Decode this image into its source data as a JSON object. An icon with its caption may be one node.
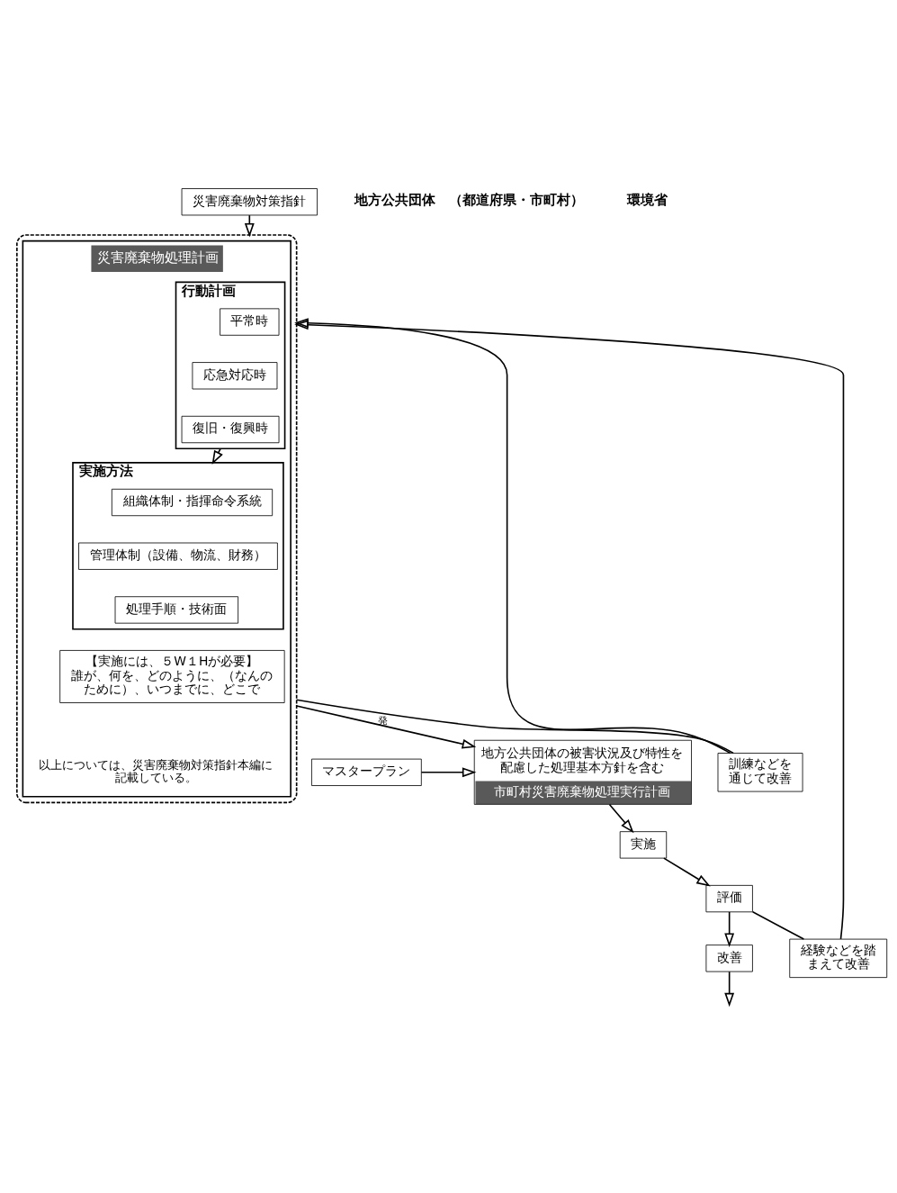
{
  "diagram": {
    "nodes": [
      {
        "text": [],
        "shape": "box"
      },
      {
        "text": [
          "災害廃棄物処理計画"
        ],
        "in": 0,
        "beside": [
          "以上については、災害廃棄物対策指針本編に記載している。"
        ]
      },
      {
        "text": [
          "行動計画"
        ],
        "in": 1
      },
      {
        "text": [
          "平常時"
        ],
        "in": 2
      },
      {
        "text": [
          "応急対応時"
        ],
        "in": 2
      },
      {
        "text": [
          "復旧・復興時"
        ],
        "in": 2
      },
      {
        "text": [
          "実施方法"
        ],
        "in": 1
      },
      {
        "text": [
          "組織体制・指揮命令系統"
        ],
        "in": 6
      },
      {
        "text": [
          "管理体制（設備、物流、財務）"
        ],
        "in": 6
      },
      {
        "text": [
          "処理手順・技術面"
        ],
        "in": 6
      },
      {
        "text": [
          "【実施には、５W１Hが必要】",
          "誰が、何を、どのように、（なんのために）、いつまでに、どこで"
        ],
        "in": 1
      },
      {
        "text": [
          "災害廃棄物対策指針"
        ]
      },
      {
        "text": [
          "地方公共団体の被害状況及び特性を配慮した処理基本方針を含む",
          "市町村災害廃棄物処理実行計画"
        ]
      },
      {
        "text": [
          "マスタープラン"
        ]
      },
      {
        "text": [
          "実施"
        ]
      },
      {
        "text": [
          "評価"
        ]
      },
      {
        "text": [
          "改善"
        ]
      },
      {
        "text": [
          "訓練などを通じて改善"
        ]
      },
      {
        "text": [
          "経験などを踏まえて改善"
        ]
      }
    ],
    "edges": [
      {
        "from": 2,
        "to": 6,
        "arrow": "to"
      },
      {
        "from": 11,
        "to": 0,
        "arrow": "to"
      },
      {
        "from": 0,
        "to": 12,
        "arrow": "to",
        "label": "発"
      },
      {
        "from": 13,
        "to": 12,
        "arrow": "to"
      },
      {
        "from": 12,
        "to": 14,
        "arrow": "to"
      },
      {
        "from": 14,
        "to": 15,
        "arrow": "to"
      },
      {
        "from": 15,
        "to": 16,
        "arrow": "to"
      },
      {
        "from": 16,
        "to": null,
        "arrow": "to"
      },
      {
        "from": 0,
        "to": 17,
        "arrow": "none"
      },
      {
        "from": 17,
        "to": 0,
        "arrow": "to"
      },
      {
        "from": 15,
        "to": 18,
        "arrow": "none"
      },
      {
        "from": 18,
        "to": 0,
        "arrow": "to"
      }
    ],
    "labels": [
      "地方公共団体　（都道府県・市町村）",
      "環境省"
    ]
  }
}
